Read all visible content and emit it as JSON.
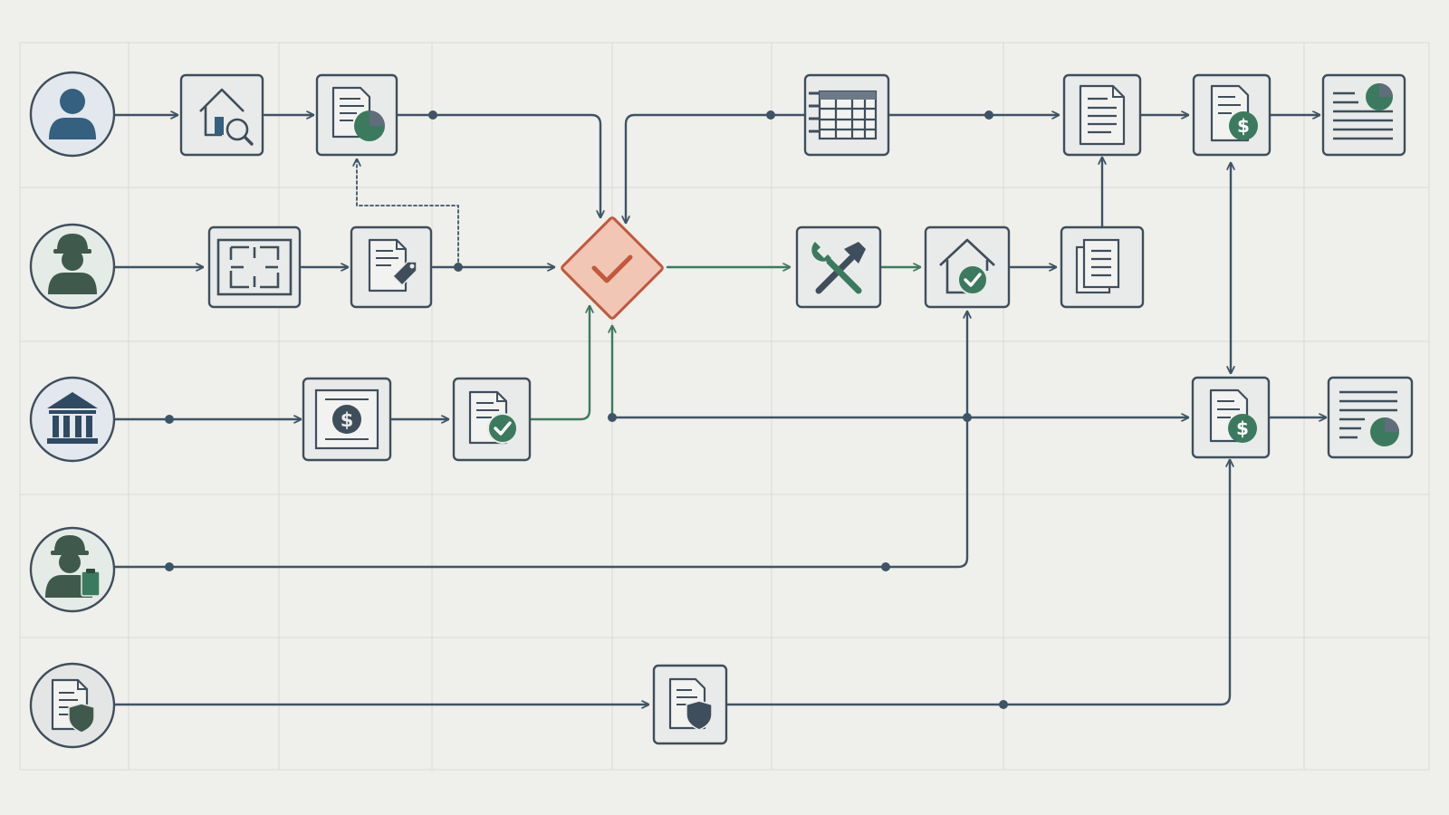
{
  "colors": {
    "background": "#efefeb",
    "grid": "#d8d9d4",
    "box_fill": "#e9ebea",
    "box_stroke": "#3f4e5c",
    "blue_connector": "#3d5466",
    "green_connector": "#3e7a60",
    "green_accent": "#3b7a5e",
    "blue_accent": "#35607f",
    "decision_fill": "#f1c6b5",
    "decision_stroke": "#c2583c"
  },
  "lanes": [
    {
      "actor": "homeowner",
      "actor_icon": "person-icon",
      "ring": "blue"
    },
    {
      "actor": "builder",
      "actor_icon": "hardhat-worker-icon",
      "ring": "green"
    },
    {
      "actor": "lender",
      "actor_icon": "bank-icon",
      "ring": "blue"
    },
    {
      "actor": "inspector",
      "actor_icon": "hardhat-clipboard-icon",
      "ring": "green"
    },
    {
      "actor": "insurer",
      "actor_icon": "document-shield-icon",
      "ring": "gray"
    }
  ],
  "steps": [
    {
      "id": "property-search",
      "icon": "house-search-icon"
    },
    {
      "id": "report-chart",
      "icon": "document-pie-icon"
    },
    {
      "id": "schedule-table",
      "icon": "spreadsheet-notebook-icon"
    },
    {
      "id": "contract-doc",
      "icon": "document-lines-icon"
    },
    {
      "id": "invoice",
      "icon": "document-dollar-icon"
    },
    {
      "id": "final-report",
      "icon": "report-pie-icon"
    },
    {
      "id": "floor-plan",
      "icon": "blueprint-icon"
    },
    {
      "id": "price-quote",
      "icon": "document-tag-icon"
    },
    {
      "id": "approval-decision",
      "icon": "checkmark-icon"
    },
    {
      "id": "construction",
      "icon": "hammer-wrench-icon"
    },
    {
      "id": "house-approved",
      "icon": "house-check-icon"
    },
    {
      "id": "document-set",
      "icon": "stacked-documents-icon"
    },
    {
      "id": "funding",
      "icon": "dollar-certificate-icon"
    },
    {
      "id": "loan-approved",
      "icon": "document-check-icon"
    },
    {
      "id": "payment",
      "icon": "document-dollar-icon"
    },
    {
      "id": "statement",
      "icon": "report-pie-icon"
    },
    {
      "id": "insurance-policy",
      "icon": "document-shield-icon"
    }
  ]
}
